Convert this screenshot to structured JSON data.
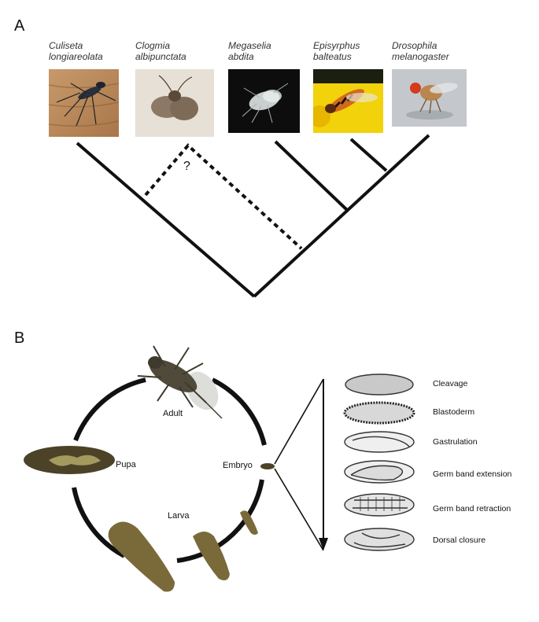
{
  "panels": {
    "a": "A",
    "b": "B"
  },
  "species": [
    {
      "genus": "Culiseta",
      "epithet": "longiareolata"
    },
    {
      "genus": "Clogmia",
      "epithet": "albipunctata"
    },
    {
      "genus": "Megaselia",
      "epithet": "abdita"
    },
    {
      "genus": "Episyrphus",
      "epithet": "balteatus"
    },
    {
      "genus": "Drosophila",
      "epithet": "melanogaster"
    }
  ],
  "tree": {
    "uncertain_mark": "?"
  },
  "life_cycle": {
    "adult": "Adult",
    "pupa": "Pupa",
    "embryo": "Embryo",
    "larva": "Larva"
  },
  "embryo_stages": [
    "Cleavage",
    "Blastoderm",
    "Gastrulation",
    "Germ band extension",
    "Germ band retraction",
    "Dorsal closure"
  ]
}
